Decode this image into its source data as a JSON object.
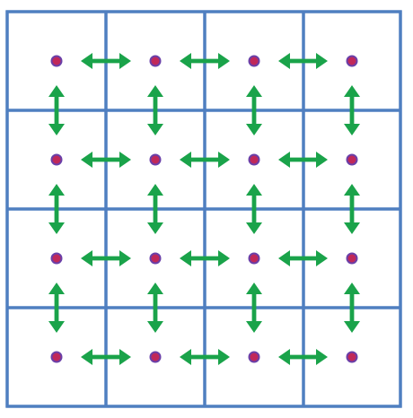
{
  "diagram": {
    "type": "grid-neighbor-connectivity",
    "rows": 4,
    "cols": 4,
    "arrow_style": "double-headed",
    "connections": "horizontal-and-vertical-adjacent-nodes"
  },
  "colors": {
    "background": "#ffffff",
    "grid_line": "#4f7fc0",
    "node_fill": "#c0285a",
    "node_stroke": "#6a3fa8",
    "arrow": "#1aa34a"
  }
}
